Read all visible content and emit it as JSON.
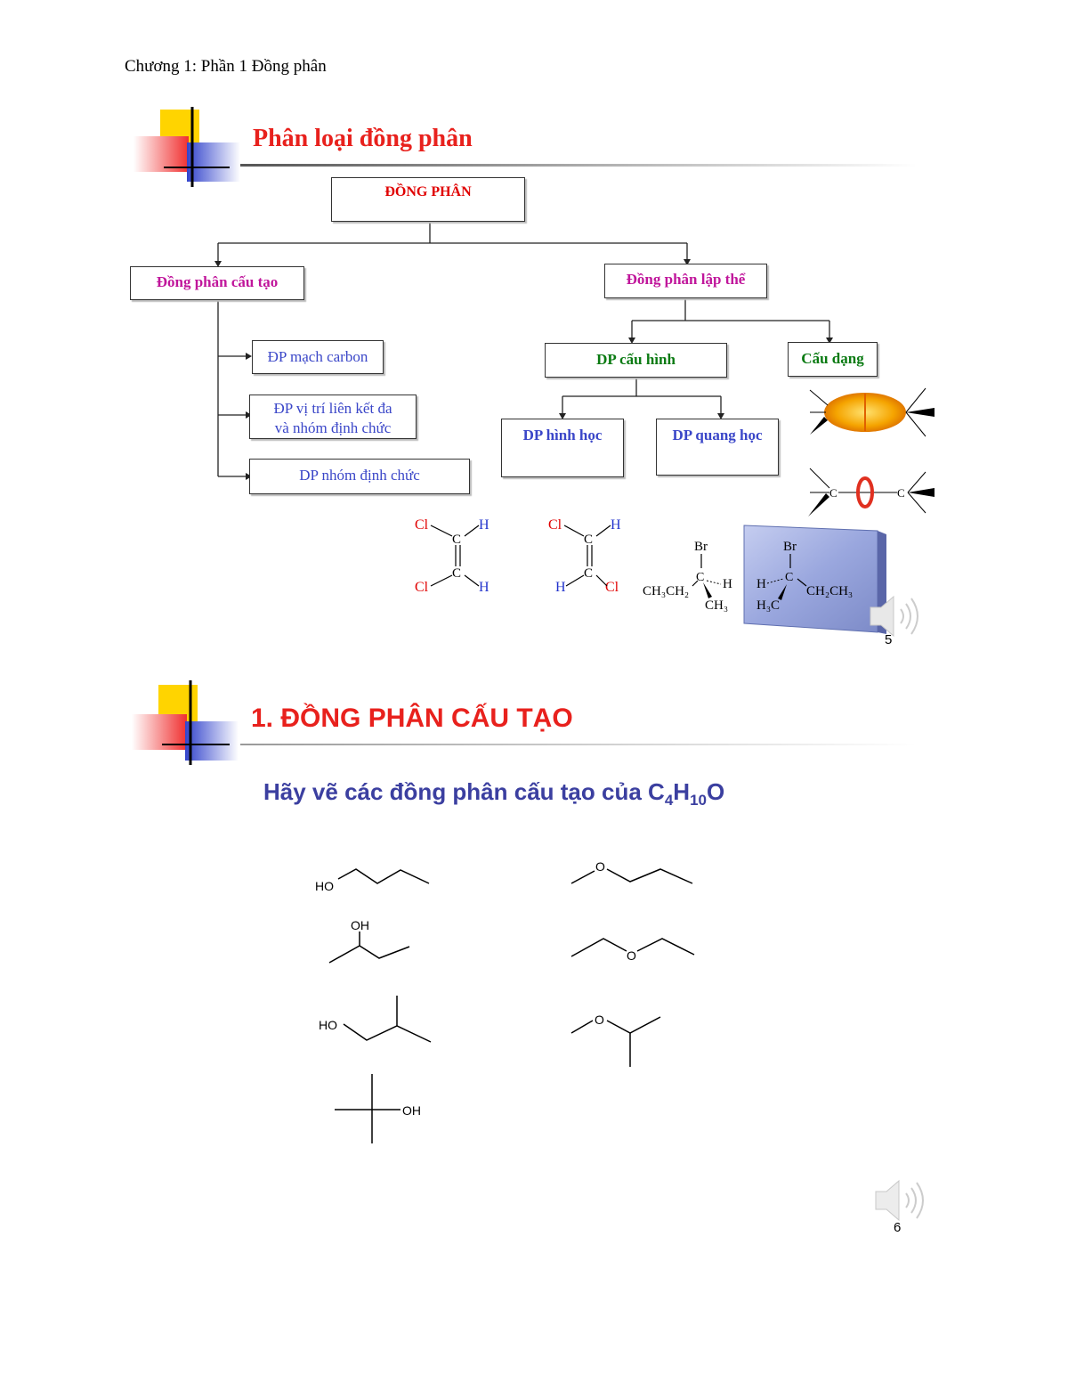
{
  "header": {
    "text": "Chương 1: Phần 1 Đồng phân"
  },
  "slide1": {
    "title": "Phân loại đồng phân",
    "root": "ĐỒNG PHÂN",
    "structural": "Đồng phân cấu tạo",
    "stereo": "Đồng phân lập thể",
    "struct_items": [
      "ĐP mạch carbon",
      "ĐP vị trí liên kết đa",
      "và nhóm định chức",
      "DP nhóm định chức"
    ],
    "configuration": "DP cấu hình",
    "conformation": "Cấu dạng",
    "geometric": "DP hình học",
    "optical": "DP quang học",
    "atoms": {
      "cl": "Cl",
      "h": "H",
      "c": "C",
      "br": "Br",
      "ch3ch2": "CH₃CH₂",
      "ch3": "CH₃",
      "h3c": "H₃C",
      "ch2ch3": "CH₂CH₃"
    },
    "page_number": "5"
  },
  "slide2": {
    "title": "1. ĐỒNG PHÂN CẤU TẠO",
    "question_prefix": "Hãy vẽ các đồng phân cấu tạo của C",
    "sub4": "4",
    "h": "H",
    "sub10": "10",
    "o": "O",
    "labels": {
      "ho": "HO",
      "oh": "OH",
      "o": "O"
    },
    "page_number": "6"
  },
  "colors": {
    "title_red": "#e8211d",
    "magenta": "#c0169b",
    "green": "#0a7a12",
    "question_blue": "#3b3fa0",
    "deco_yellow": "#ffd400",
    "deco_red": "#f04040",
    "deco_blue": "#3344cc"
  }
}
